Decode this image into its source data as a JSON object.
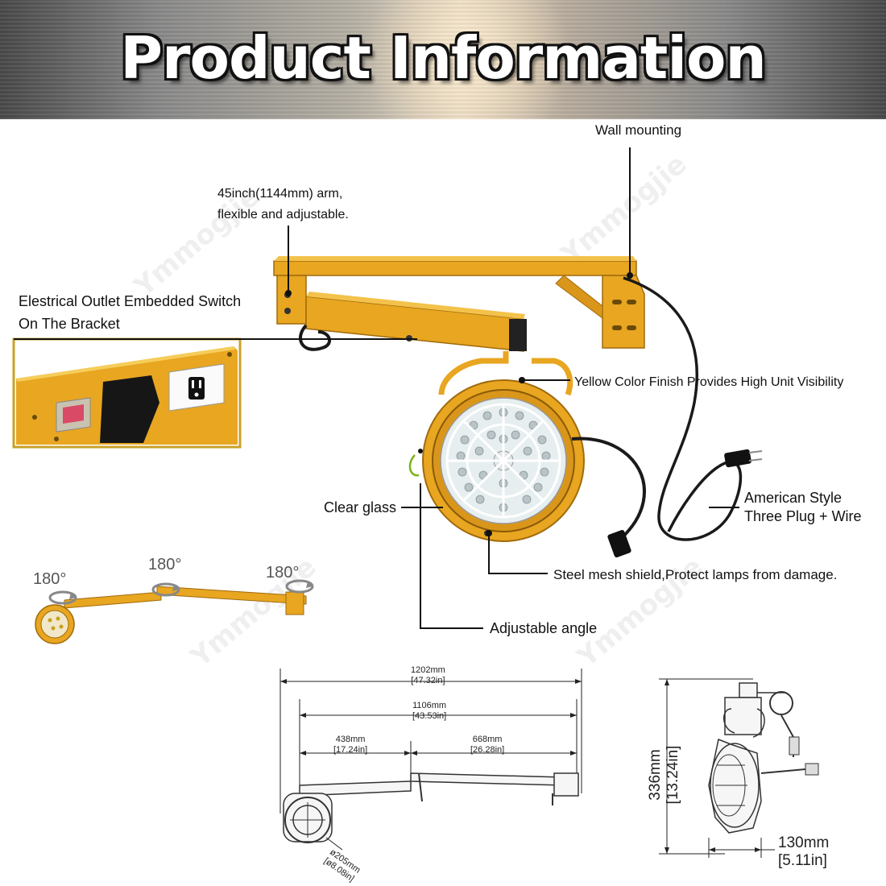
{
  "header": {
    "title": "Product Information"
  },
  "watermark": "Ymmogjie",
  "labels": {
    "wall_mounting": "Wall mounting",
    "arm_line1": "45inch(1144mm) arm,",
    "arm_line2": "flexible and adjustable.",
    "outlet_line1": "Elestrical Outlet Embedded Switch",
    "outlet_line2": "On The Bracket",
    "yellow_finish": "Yellow Color Finish Provides High Unit Visibility",
    "clear_glass": "Clear glass",
    "plug_line1": "American Style",
    "plug_line2": "Three Plug + Wire",
    "steel_mesh": "Steel mesh shield,Protect lamps from damage.",
    "adjustable_angle": "Adjustable angle"
  },
  "rotation": {
    "r1": "180°",
    "r2": "180°",
    "r3": "180°"
  },
  "dimensions": {
    "total_mm": "1202mm",
    "total_in": "[47.32in]",
    "arm_mm": "1106mm",
    "arm_in": "[43.53in]",
    "seg1_mm": "438mm",
    "seg1_in": "[17.24in]",
    "seg2_mm": "668mm",
    "seg2_in": "[26.28in]",
    "dia_mm": "ø205mm",
    "dia_in": "[ø8.08in]",
    "height_mm": "336mm",
    "height_in": "[13.24in]",
    "depth_mm": "130mm",
    "depth_in": "[5.11in]"
  },
  "colors": {
    "yellow": "#e8a621",
    "yellow_dark": "#b87c10",
    "cable": "#1a1a1a",
    "line": "#222222"
  }
}
